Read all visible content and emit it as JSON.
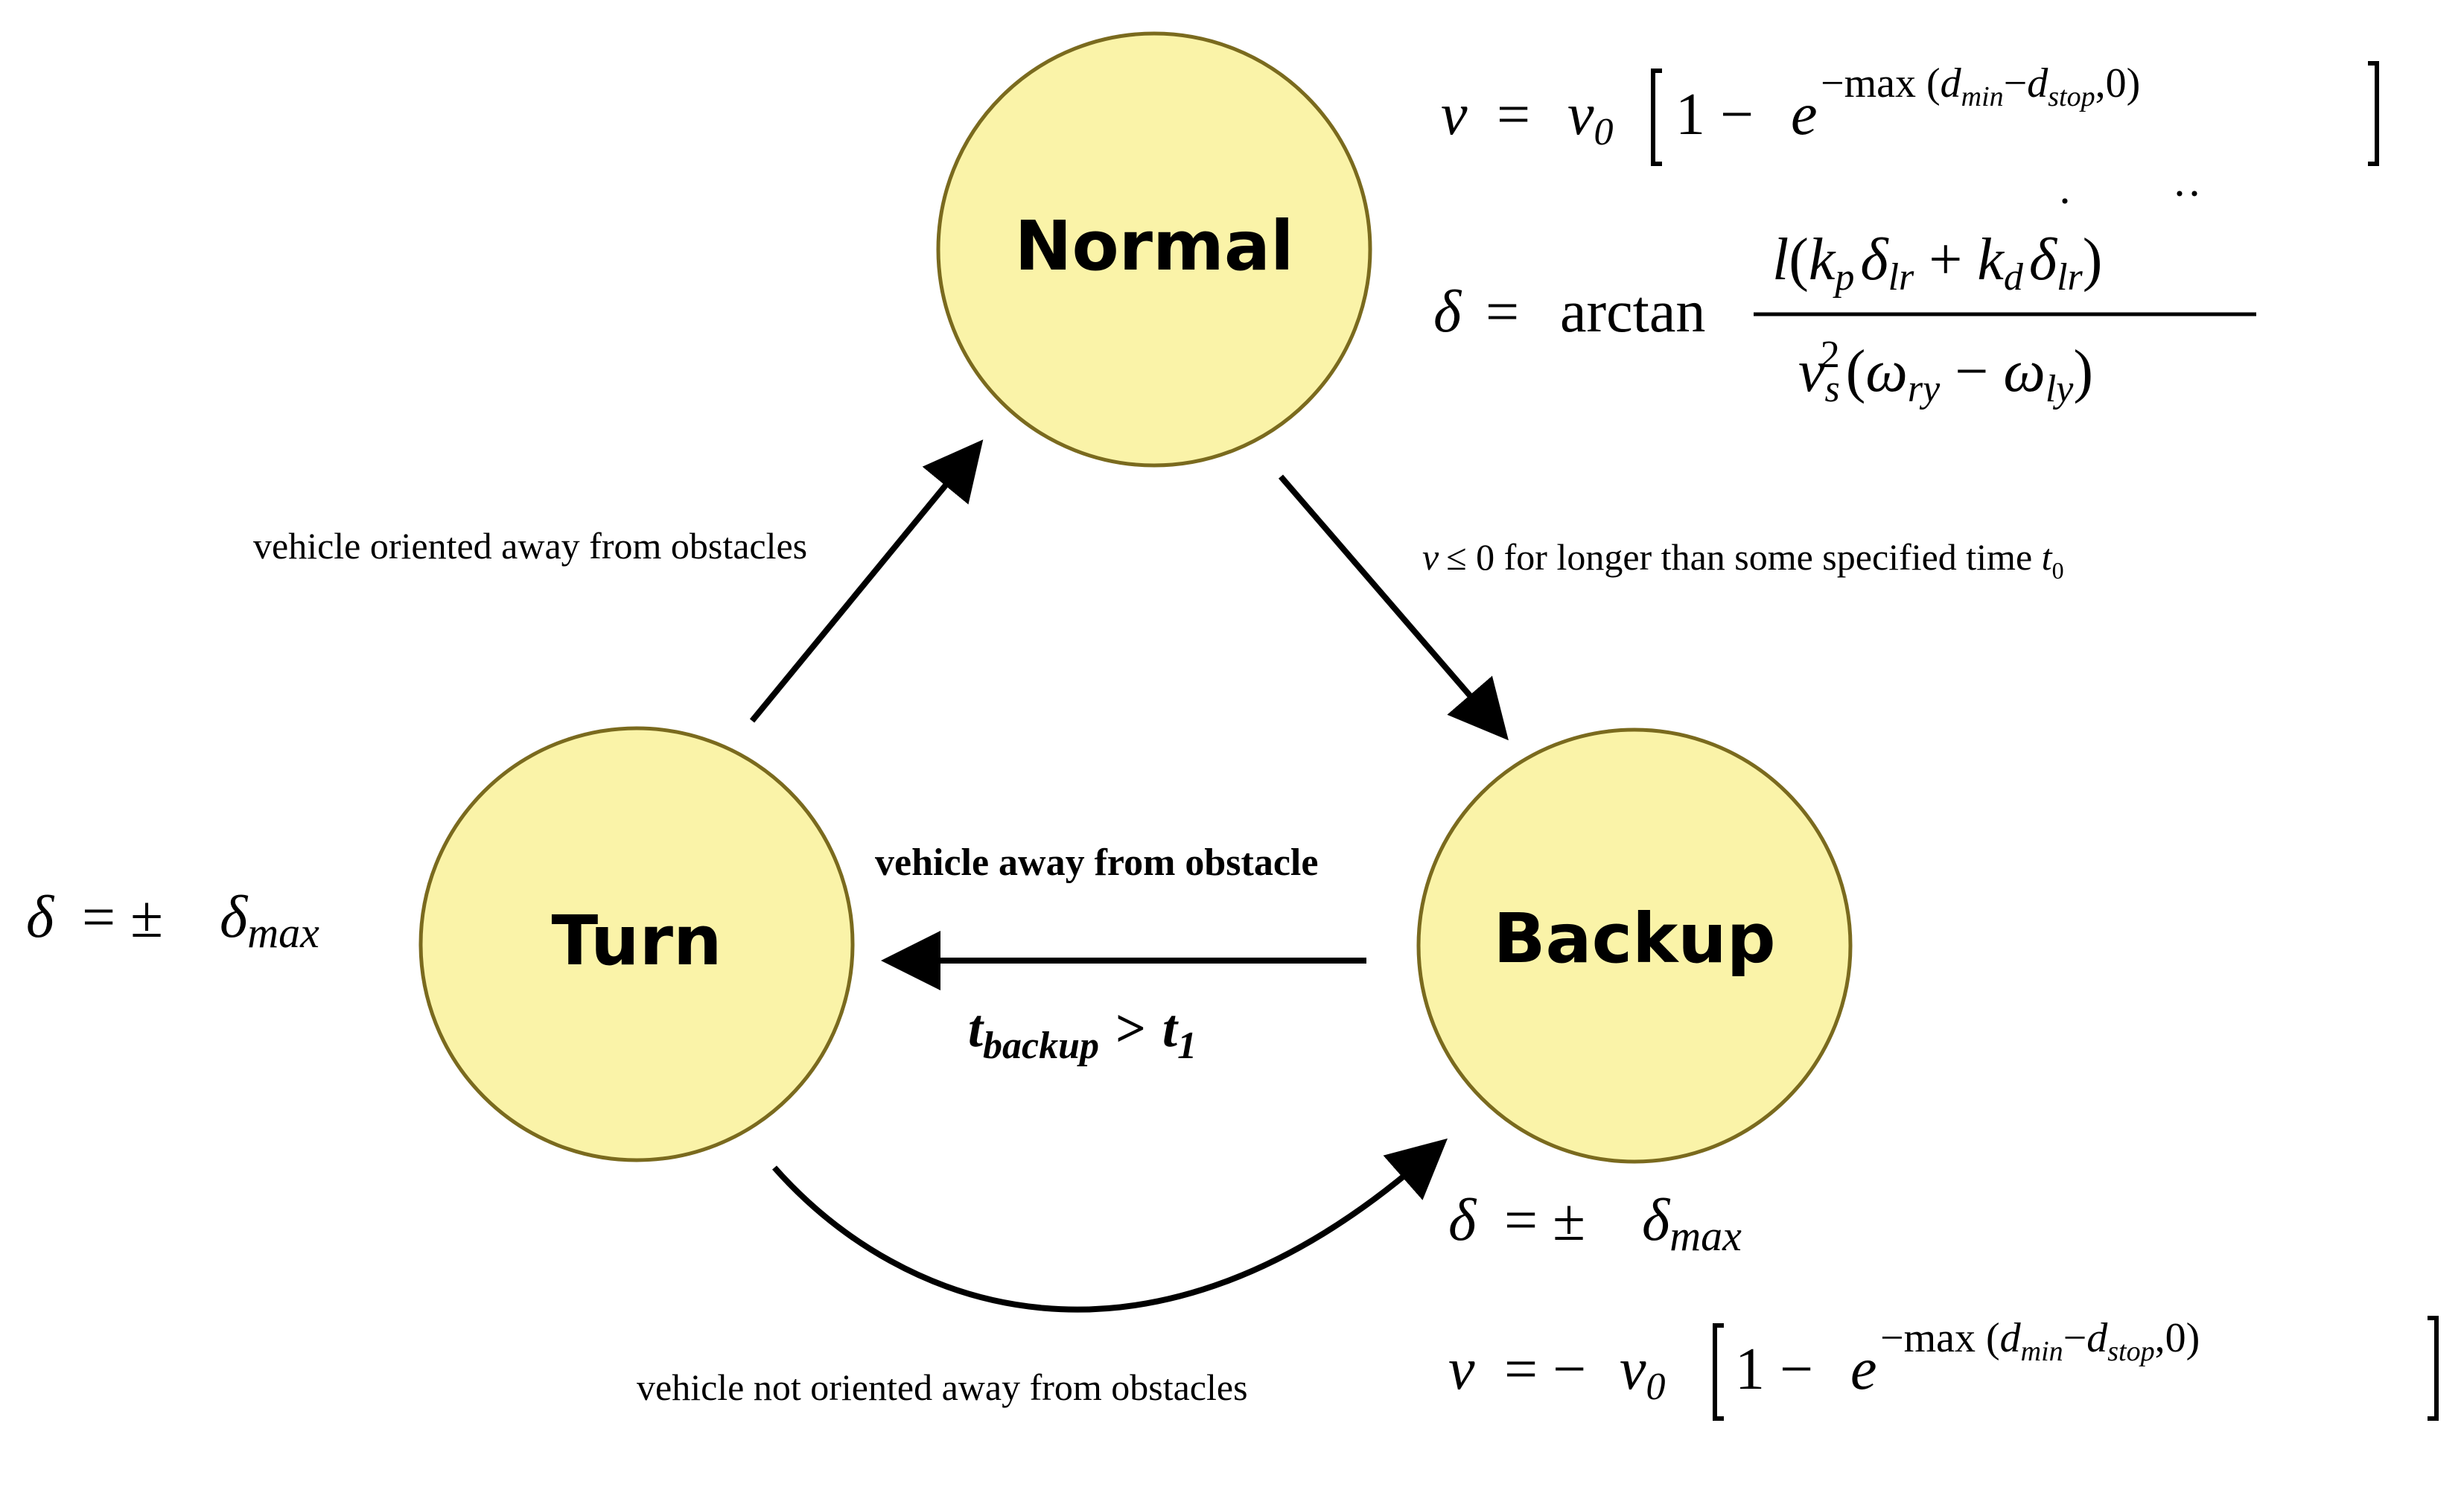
{
  "states": {
    "normal": "Normal",
    "backup": "Backup",
    "turn": "Turn"
  },
  "transitions": {
    "turn_to_normal": "vehicle oriented away from obstacles",
    "normal_to_backup": "v ≤ 0 for longer than some specified time t0",
    "backup_to_turn_top": "vehicle away from obstacle",
    "backup_to_turn_bottom": "tbackup > t1",
    "turn_to_backup": "vehicle not oriented away from obstacles"
  },
  "equations": {
    "normal_velocity": "v = v0 [1 − e^(−max(dmin − dstop, 0))]",
    "normal_steering": "δ = arctan l(kp δlr + kd δlr) / (vs² (ωry − ωly))",
    "turn_steering": "δ = ± δmax",
    "backup_steering": "δ = ± δmax",
    "backup_velocity": "v = −v0 [1 − e^(−max(dmin − dstop, 0))]"
  },
  "colors": {
    "state_fill": "#FAF3A8",
    "state_stroke": "#7A6A1E",
    "arrow": "#000000"
  }
}
